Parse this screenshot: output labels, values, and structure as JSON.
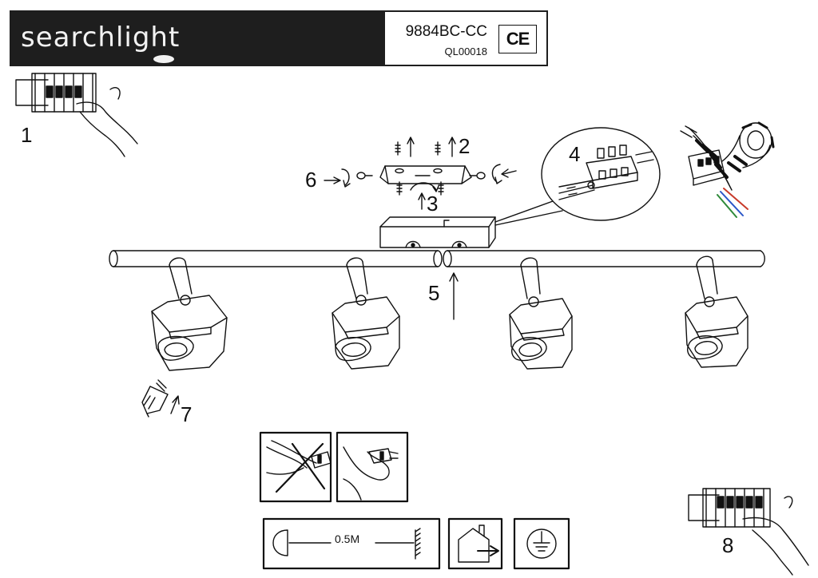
{
  "header": {
    "brand": "searchlight",
    "model": "9884BC-CC",
    "ql_code": "QL00018",
    "ce_mark": "CE"
  },
  "steps": {
    "s1": "1",
    "s2": "2",
    "s3": "3",
    "s4": "4",
    "s5": "5",
    "s6": "6",
    "s7": "7",
    "s8": "8"
  },
  "symbols": {
    "distance": "0.5M",
    "icons": [
      "no-touch-bulb-icon",
      "use-cloth-bulb-icon",
      "min-distance-icon",
      "indoor-use-icon",
      "earth-ground-icon"
    ]
  }
}
